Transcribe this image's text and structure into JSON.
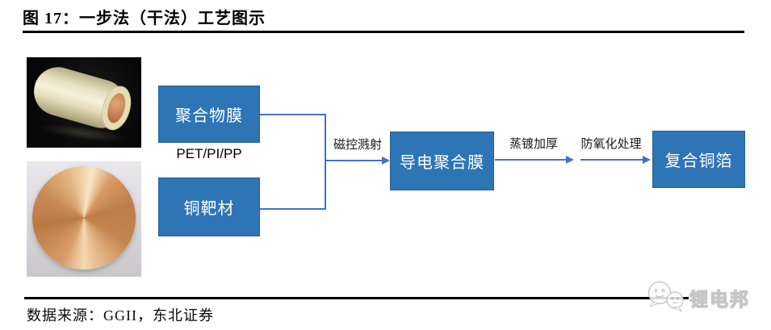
{
  "figure": {
    "title": "图 17：一步法（干法）工艺图示",
    "source": "数据来源：GGII，东北证券"
  },
  "flowchart": {
    "nodes": [
      {
        "id": "polymer-film",
        "label": "聚合物膜",
        "sublabel": "PET/PI/PP"
      },
      {
        "id": "copper-target",
        "label": "铜靶材"
      },
      {
        "id": "conductive-polymer-film",
        "label": "导电聚合膜"
      },
      {
        "id": "composite-copper-foil",
        "label": "复合铜箔"
      }
    ],
    "edges": [
      {
        "from": "polymer-film + copper-target",
        "to": "conductive-polymer-film",
        "label": "磁控溅射"
      },
      {
        "from": "conductive-polymer-film",
        "to": "anti-oxidation step",
        "label": "蒸镀加厚"
      },
      {
        "from": "anti-oxidation step",
        "to": "composite-copper-foil",
        "label": "防氧化处理"
      }
    ]
  },
  "photos": [
    {
      "name": "polymer-film-roll-photo"
    },
    {
      "name": "copper-target-disc-photo"
    }
  ],
  "watermark": {
    "icon": "wechat-chat-bubbles-icon",
    "text": "锂电邦"
  },
  "colors": {
    "node_fill": "#2E75B6",
    "node_border": "#255E91",
    "node_text": "#FFFFFF",
    "connector": "#4472C4",
    "rule": "#000000",
    "watermark": "#C3C3C3"
  }
}
